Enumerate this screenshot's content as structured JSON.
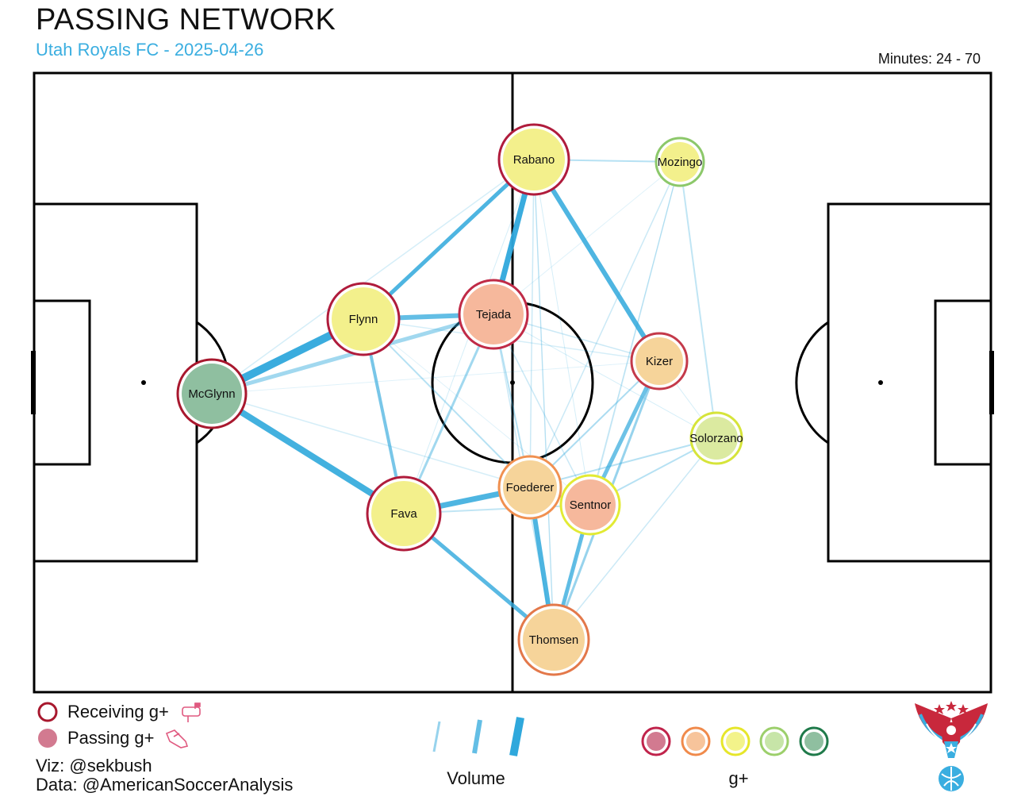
{
  "header": {
    "title": "PASSING NETWORK",
    "subtitle": "Utah Royals FC - 2025-04-26",
    "minutes": "Minutes: 24 - 70"
  },
  "colors": {
    "line": "#2fa8dc",
    "pitch_line": "#000000",
    "g_scale": [
      "#c0234b",
      "#f08a4b",
      "#e6e62a",
      "#9ccf6b",
      "#1f7a4a"
    ],
    "g_fill": [
      "#d27a90",
      "#f7c49b",
      "#f3f38a",
      "#c7e5a8",
      "#8fbfa0"
    ]
  },
  "players": [
    {
      "name": "Rabano",
      "ring": "#b01c3c",
      "fill": "#f3f08c"
    },
    {
      "name": "Mozingo",
      "ring": "#8cc86a",
      "fill": "#f3f08c"
    },
    {
      "name": "Flynn",
      "ring": "#b01c3c",
      "fill": "#f3f08c"
    },
    {
      "name": "Tejada",
      "ring": "#c02b47",
      "fill": "#f6b89c"
    },
    {
      "name": "Kizer",
      "ring": "#c43a4a",
      "fill": "#f6d49a"
    },
    {
      "name": "McGlynn",
      "ring": "#a8182e",
      "fill": "#8fbfa0"
    },
    {
      "name": "Solorzano",
      "ring": "#d6e43a",
      "fill": "#dbeaa0"
    },
    {
      "name": "Foederer",
      "ring": "#f09050",
      "fill": "#f6d49a"
    },
    {
      "name": "Sentnor",
      "ring": "#e2ea34",
      "fill": "#f6b89c"
    },
    {
      "name": "Fava",
      "ring": "#b01c3c",
      "fill": "#f3f08c"
    },
    {
      "name": "Thomsen",
      "ring": "#e3784a",
      "fill": "#f6d49a"
    }
  ],
  "legend": {
    "receiving": "Receiving g+",
    "passing": "Passing g+",
    "volume": "Volume",
    "gplus": "g+"
  },
  "credits": {
    "viz": "Viz: @sekbush",
    "data": "Data: @AmericanSoccerAnalysis"
  }
}
